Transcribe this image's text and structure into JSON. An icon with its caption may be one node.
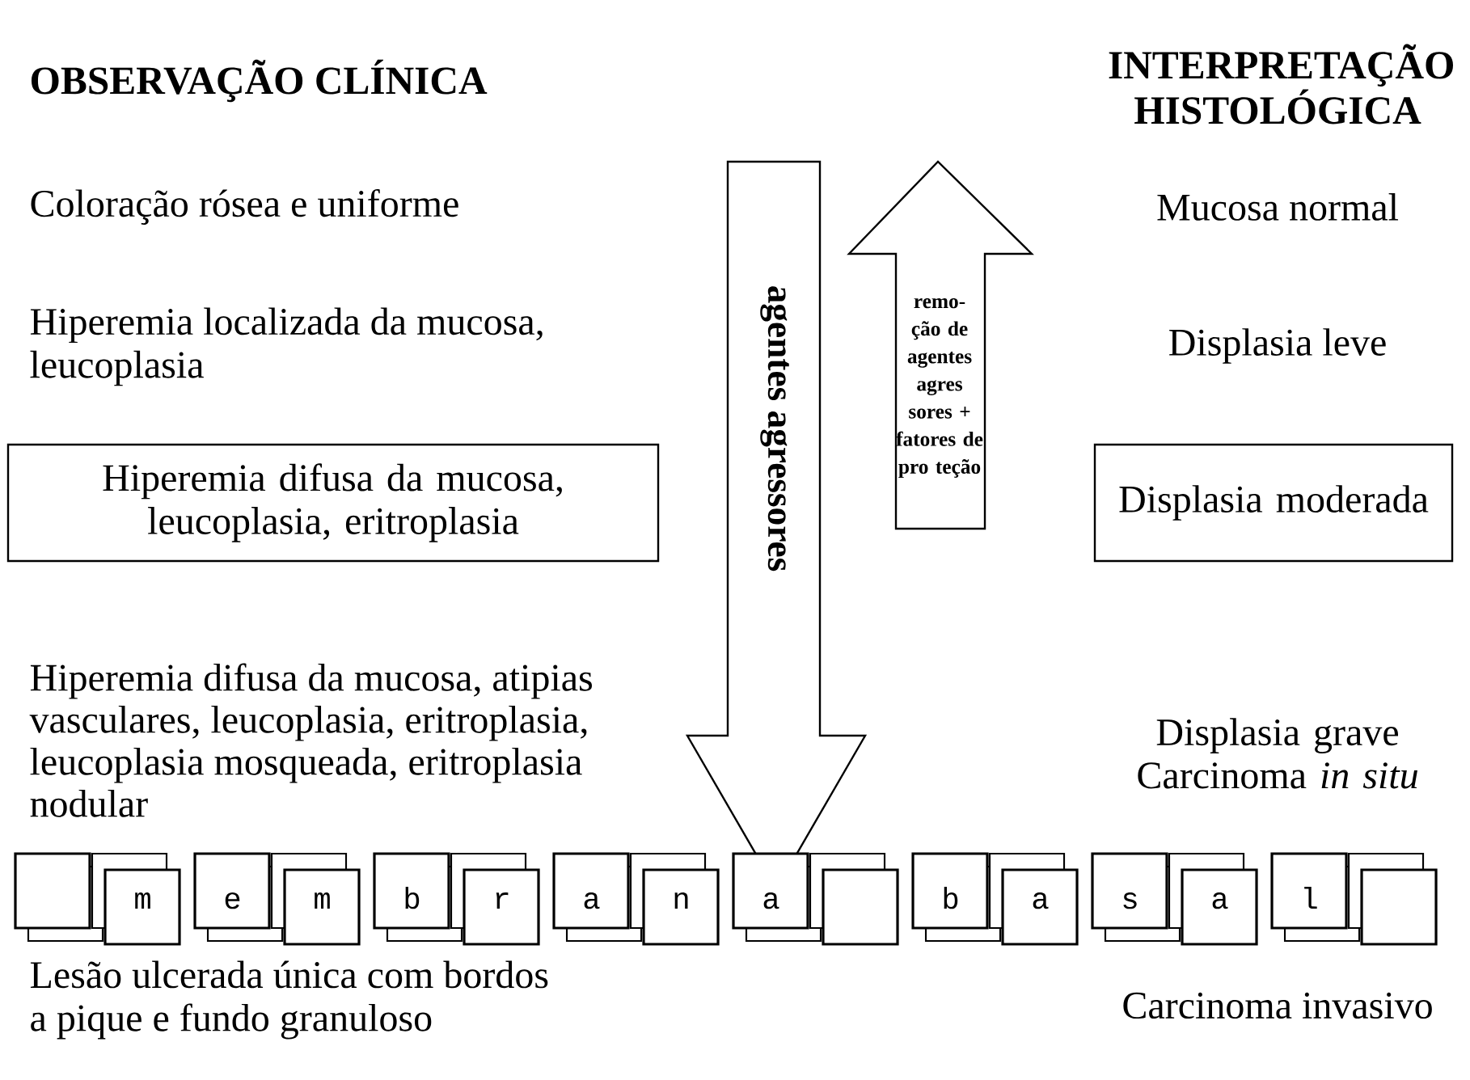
{
  "diagram": {
    "nodes": [
      {
        "text": [
          "Hiperemia difusa da mucosa, leucoplasia, eritroplasia"
        ]
      },
      {
        "text": [
          "Displasia moderada"
        ]
      }
    ],
    "labels": [
      "OBSERVAÇÃO CLÍNICA",
      "INTERPRETAÇÃO HISTOLÓGICA",
      "agentes agressores",
      "Coloração rósea e uniforme",
      "Mucosa normal",
      "remo- ção de agentes agres sores + fatores de pro teção",
      "Hiperemia localizada da mucosa, leucoplasia",
      "Displasia leve",
      "Hiperemia difusa da mucosa, atipias vasculares, leucoplasia, eritroplasia, leucoplasia mosqueada, eritroplasia nodular",
      "Displasia grave Carcinoma *in situ*",
      "m e m b r a n a",
      "b a s a l",
      "Lesão ulcerada única com bordos a pique e fundo granuloso",
      "Carcinoma invasivo"
    ]
  }
}
